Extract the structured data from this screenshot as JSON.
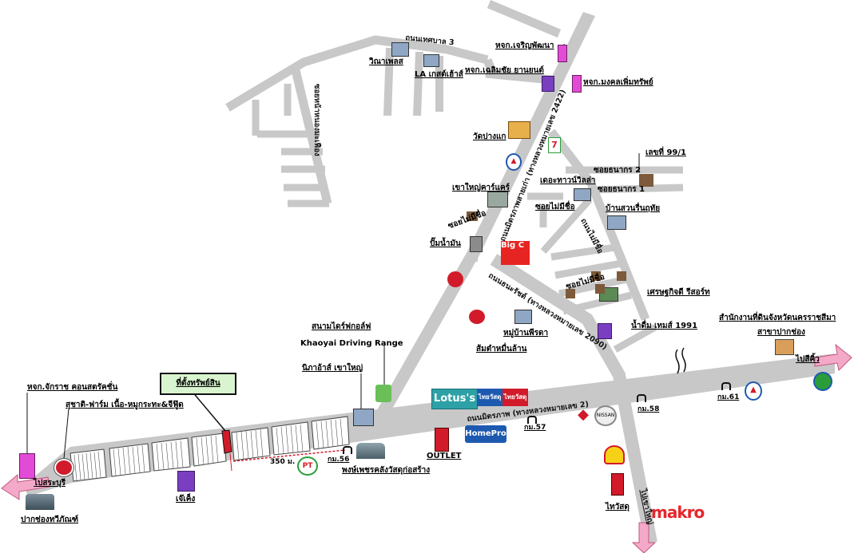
{
  "colors": {
    "road": "#c8c8c8",
    "arrow": "#f4a9c9",
    "property": "#d11b2a",
    "building_pink": "#e24bd6",
    "building_purple": "#7a3fc1"
  },
  "places": {
    "charoen_pattana": "หจก.เจริญพัฒนา",
    "chalermchai": "หจก.เฉลิมชัย ยานยนต์",
    "mongkol": "หจก.มงคลเพิ่มทรัพย์",
    "winaplace": "วิณาเพลส",
    "la_guesthouse": "LA เกสต์เฮ้าส์",
    "wat": "วัดปางแก",
    "khaoyai_care": "เขาใหญ่คาร์แคร์",
    "the_town_villa": "เดอะทาวน์วิลล่า",
    "soi_mairoo": "ซอยไม่มีชื่อ",
    "ban_suan": "บ้านสวนรื่นฤทัย",
    "no_99_1": "เลขที่ 99/1",
    "gas_station": "ปั๊มน้ำมัน",
    "soi_mairoo_2": "ซอยไม่มีชื่อ",
    "soi_mairoo_3": "ซอยไม่มีชื่อ",
    "sethakit_resort": "เศรษฐกิจดี รีสอร์ท",
    "water_1991": "น้ำดื่ม เทมส์ 1991",
    "somtam": "ส้มตำหมื่นล้าน",
    "moobaan": "หมู่บ้านพีรดา",
    "land_office": "สำนักงานที่ดินจังหวัดนครราชสีมา",
    "land_office_branch": "สาขาปากช่อง",
    "golf": "สนามไดร์ฟกอล์ฟ",
    "golf_en": "Khaoyai Driving Range",
    "nikhom": "นิภาอ้าส์ เขาใหญ่",
    "property": "ที่ตั้งทรัพย์สิน",
    "chakkrat": "หจก.จักราช คอนสตรัคชั่น",
    "sacha": "สุชาติ-ฟาร์ม เนื้อ-หมูกระทะ&จีฟู๊ด",
    "pakchong_pattana": "ปากช่องทวีภัณฑ์",
    "jekeng": "เจ๊เค็ง",
    "phongphet": "พงษ์เพชรคลังวัสดุก่อสร้าง",
    "outlet": "OUTLET",
    "thaiwatsadu": "ไทวัสดุ",
    "lotus": "Lotus's",
    "homepro": "HomePro",
    "makro": "makro",
    "big": "Big C"
  },
  "roads": {
    "mittraphap": "ถนนมิตรภาพ (ทางหลวงหมายเลข 2)",
    "mittraphap_old": "ถนนมิตรภาพสายเก่า (ทางหลวงหมายเลข 2422)",
    "thanarat": "ถนนธนะรัชต์ (ทางหลวงหมายเลข 2090)",
    "thetsaban3": "ถนนเทศบาล 3",
    "soi_hongmaniam": "ซอยหน้าหนองมะเฟือง",
    "soi_thanakorn2": "ซอยธนากร 2",
    "soi_thanakorn1": "ซอยธนากร 1",
    "soi_nomane": "ถนนไม่มีชื่อ"
  },
  "directions": {
    "to_saraburi": "ไปสระบุรี",
    "to_sikhio": "ไปสีคิ้ว",
    "to_khaoyai": "ไปเขาใหญ่"
  },
  "km": {
    "km56": "กม.56",
    "km57": "กม.57",
    "km58": "กม.58",
    "km61": "กม.61"
  },
  "distance": "350 ม."
}
